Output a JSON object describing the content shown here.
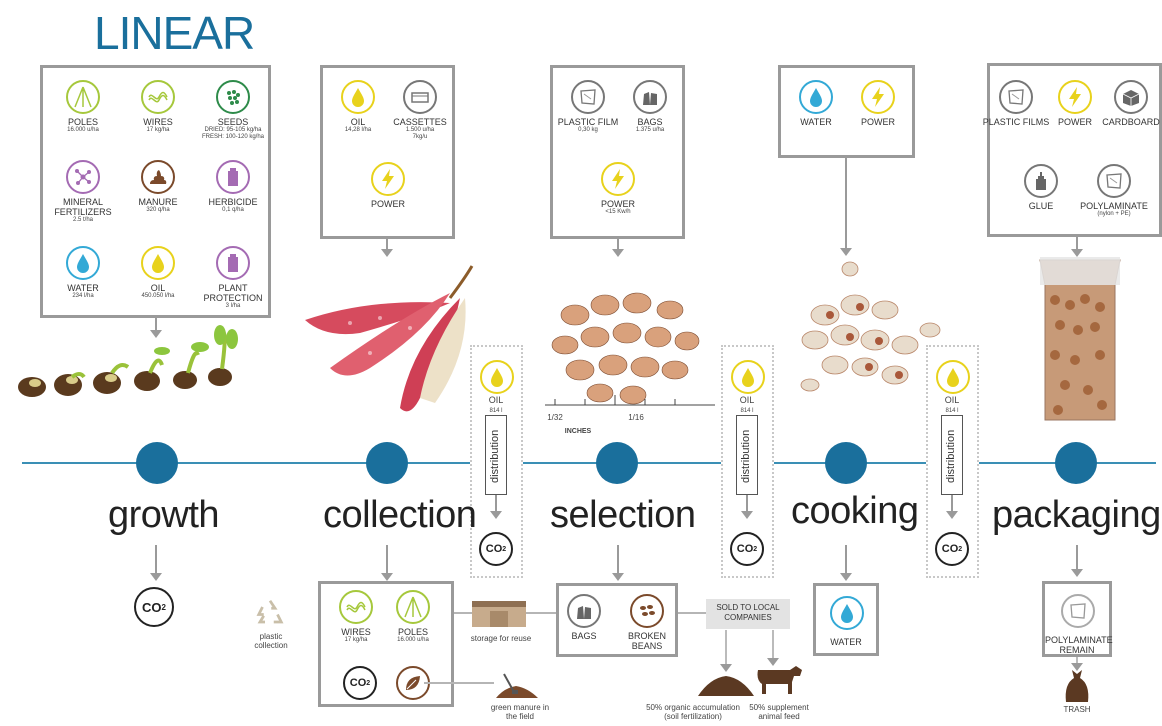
{
  "title": "LINEAR",
  "colors": {
    "node": "#1a6f9c",
    "line": "#3a8fb5",
    "title": "#1a6f9c",
    "frame": "#9a9a9a",
    "oil": "#e8d21c",
    "water": "#33a9d6",
    "green": "#a6c83c",
    "purple": "#a46bb3",
    "brown": "#7b4a2b"
  },
  "stages": [
    "growth",
    "collection",
    "selection",
    "cooking",
    "packaging"
  ],
  "growth_inputs": [
    {
      "icon": "poles-icon",
      "label": "POLES",
      "detail": "16.000 u/ha"
    },
    {
      "icon": "wires-icon",
      "label": "WIRES",
      "detail": "17 kg/ha"
    },
    {
      "icon": "seeds-icon",
      "label": "SEEDS",
      "detail": "DRIED: 95-105 kg/ha",
      "detail2": "FRESH: 100-120 kg/ha"
    },
    {
      "icon": "fertilizer-icon",
      "label": "MINERAL",
      "label2": "FERTILIZERS",
      "detail": "2.5 t/ha"
    },
    {
      "icon": "manure-icon",
      "label": "MANURE",
      "detail": "320 q/ha"
    },
    {
      "icon": "herbicide-icon",
      "label": "HERBICIDE",
      "detail": "0,1 q/ha"
    },
    {
      "icon": "water-icon",
      "label": "WATER",
      "detail": "234 l/ha"
    },
    {
      "icon": "oil-icon",
      "label": "OIL",
      "detail": "450.050 l/ha"
    },
    {
      "icon": "plant-protection-icon",
      "label": "PLANT",
      "label2": "PROTECTION",
      "detail": "3 l/ha"
    }
  ],
  "collection_inputs": [
    {
      "icon": "oil-icon",
      "label": "OIL",
      "detail": "14,28 l/ha"
    },
    {
      "icon": "cassettes-icon",
      "label": "CASSETTES",
      "detail": "1.500 u/ha",
      "detail2": "7kg/u"
    },
    {
      "icon": "power-icon",
      "label": "POWER"
    }
  ],
  "selection_inputs": [
    {
      "icon": "plastic-film-icon",
      "label": "PLASTIC FILM",
      "detail": "0,30 kg"
    },
    {
      "icon": "bags-icon",
      "label": "BAGS",
      "detail": "1.375 u/ha"
    },
    {
      "icon": "power-icon",
      "label": "POWER",
      "detail": "<15 Kw/h"
    }
  ],
  "cooking_inputs": [
    {
      "icon": "water-icon",
      "label": "WATER"
    },
    {
      "icon": "power-icon",
      "label": "POWER"
    }
  ],
  "packaging_inputs": [
    {
      "icon": "plastic-films-icon",
      "label": "PLASTIC FILMS"
    },
    {
      "icon": "power-icon",
      "label": "POWER"
    },
    {
      "icon": "cardboard-icon",
      "label": "CARDBOARD"
    },
    {
      "icon": "glue-icon",
      "label": "GLUE"
    },
    {
      "icon": "polylaminate-icon",
      "label": "POLYLAMINATE",
      "detail": "(nylon + PE)"
    }
  ],
  "distribution": {
    "oil_label": "OIL",
    "oil_amount": "814 l",
    "label": "distribution",
    "co2": "CO",
    "co2_sub": "2"
  },
  "outputs": {
    "growth_co2": "CO",
    "co2_sub": "2",
    "plastic_collection": "plastic collection",
    "wires": "WIRES",
    "wires_detail": "17 kg/ha",
    "poles": "POLES",
    "poles_detail": "16.000 u/ha",
    "storage": "storage for reuse",
    "green_manure": "green manure in the field",
    "bags": "BAGS",
    "broken_beans": "BROKEN BEANS",
    "sold_to": "SOLD TO LOCAL COMPANIES",
    "organic": "50% organic accumulation (soil fertilization)",
    "animal_feed": "50% supplement animal feed",
    "water": "WATER",
    "polylaminate_remain": "POLYLAMINATE REMAIN",
    "trash": "TRASH"
  },
  "ruler": {
    "mark1": "1/32",
    "mark2": "1/16",
    "unit": "INCHES"
  }
}
